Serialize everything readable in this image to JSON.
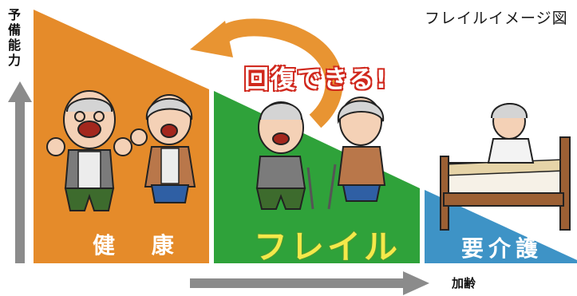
{
  "diagram": {
    "title": "フレイルイメージ図",
    "y_axis_label": "予備能力",
    "x_axis_label": "加齢",
    "callout": "回復できる!",
    "segments": [
      {
        "key": "healthy",
        "label": "健 康",
        "color": "#e58b2a"
      },
      {
        "key": "frail",
        "label": "フレイル",
        "color": "#2fa23a"
      },
      {
        "key": "care",
        "label": "要介護",
        "color": "#3e93c6"
      }
    ],
    "colors": {
      "arrow_gray": "#8b8b8b",
      "recover_arrow": "#e89432",
      "callout_red": "#d0281d",
      "frail_text": "#f4e94a"
    }
  }
}
